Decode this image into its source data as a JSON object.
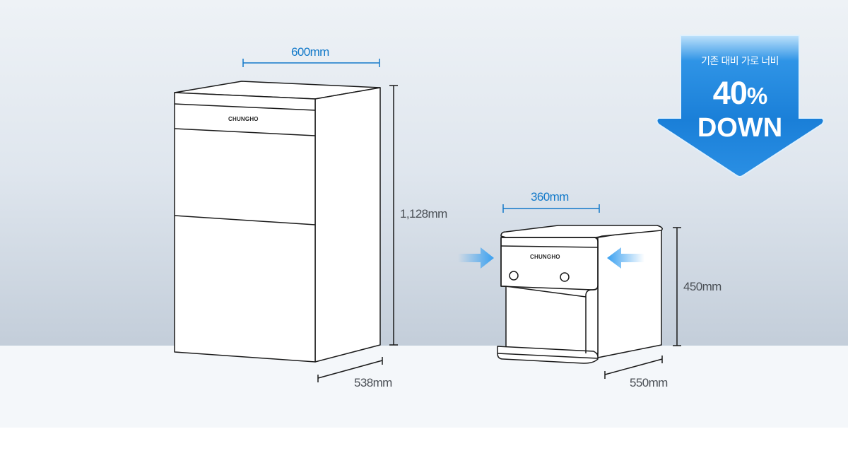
{
  "badge": {
    "subtitle": "기존 대비 가로 너비",
    "percent_value": "40",
    "percent_sign": "%",
    "down_text": "DOWN",
    "color": "#1a7fd8"
  },
  "large_unit": {
    "brand": "CHUNGHO",
    "width_label": "600mm",
    "height_label": "1,128mm",
    "depth_label": "538mm"
  },
  "small_unit": {
    "brand": "CHUNGHO",
    "width_label": "360mm",
    "height_label": "450mm",
    "depth_label": "550mm"
  },
  "colors": {
    "dimension_blue": "#1279c9",
    "dimension_gray": "#4a4f55",
    "arrow_blue": "#3aa0f0"
  },
  "icons": [
    "arrow-right-icon",
    "arrow-left-icon",
    "down-arrow-badge-icon"
  ]
}
